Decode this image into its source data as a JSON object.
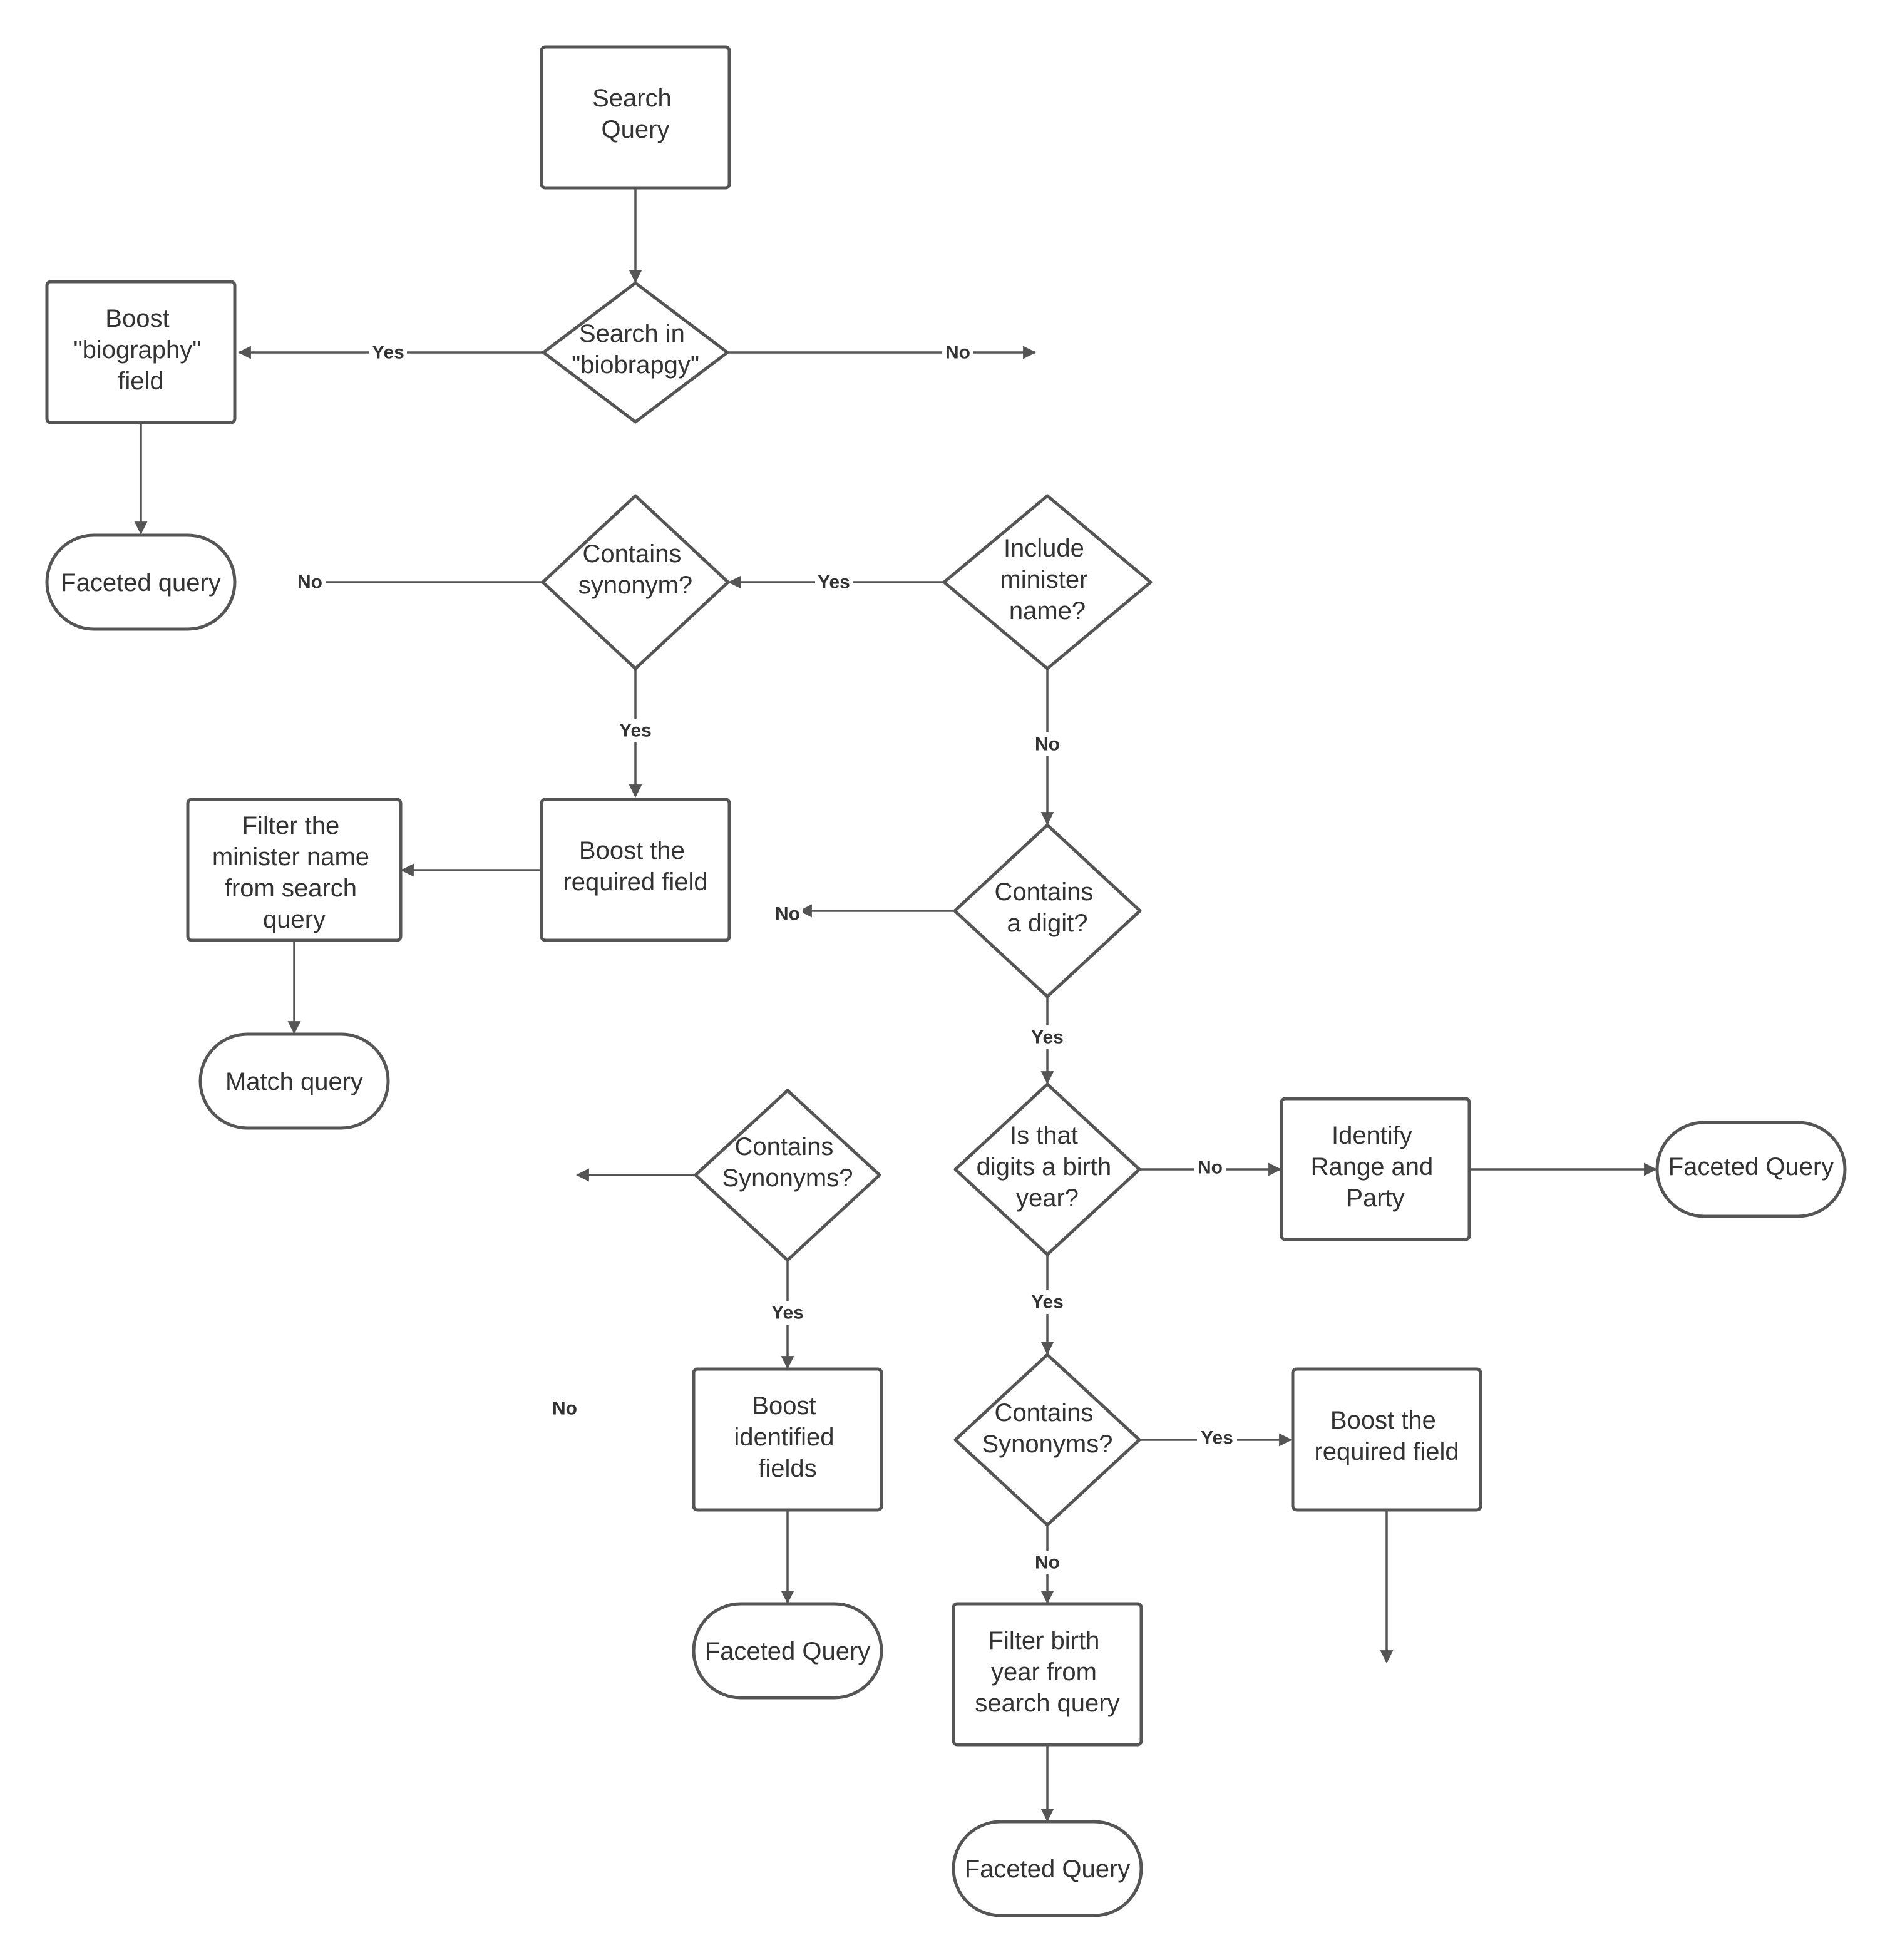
{
  "colors": {
    "stroke": "#555555",
    "text": "#333333",
    "background": "#ffffff"
  },
  "nodes": {
    "search_query": {
      "lines": [
        "Search",
        "Query"
      ]
    },
    "search_in_biography": {
      "lines": [
        "Search in",
        "\"biobrapgy\""
      ]
    },
    "boost_biography": {
      "lines": [
        "Boost",
        "\"biography\"",
        "field"
      ]
    },
    "faceted_query_1": {
      "lines": [
        "Faceted query"
      ]
    },
    "include_minister": {
      "lines": [
        "Include",
        "minister",
        "name?"
      ]
    },
    "contains_synonym": {
      "lines": [
        "Contains",
        "synonym?"
      ]
    },
    "boost_required_1": {
      "lines": [
        "Boost the",
        "required field"
      ]
    },
    "filter_minister": {
      "lines": [
        "Filter the",
        "minister name",
        "from search",
        "query"
      ]
    },
    "match_query": {
      "lines": [
        "Match query"
      ]
    },
    "contains_digit": {
      "lines": [
        "Contains",
        "a digit?"
      ]
    },
    "contains_synonyms_left": {
      "lines": [
        "Contains",
        "Synonyms?"
      ]
    },
    "boost_identified": {
      "lines": [
        "Boost",
        "identified",
        "fields"
      ]
    },
    "faceted_query_2": {
      "lines": [
        "Faceted Query"
      ]
    },
    "is_birth_year": {
      "lines": [
        "Is that",
        "digits a birth",
        "year?"
      ]
    },
    "identify_range": {
      "lines": [
        "Identify",
        "Range and",
        "Party"
      ]
    },
    "faceted_query_3": {
      "lines": [
        "Faceted Query"
      ]
    },
    "contains_synonyms_right": {
      "lines": [
        "Contains",
        "Synonyms?"
      ]
    },
    "boost_required_2": {
      "lines": [
        "Boost the",
        "required field"
      ]
    },
    "filter_birth_year": {
      "lines": [
        "Filter birth",
        "year from",
        "search query"
      ]
    },
    "faceted_query_4": {
      "lines": [
        "Faceted Query"
      ]
    }
  },
  "edge_labels": {
    "biography_yes": "Yes",
    "biography_no": "No",
    "minister_yes": "Yes",
    "minister_no": "No",
    "synonym_no": "No",
    "synonym_yes": "Yes",
    "digit_no": "No",
    "digit_yes": "Yes",
    "synonyms_left_yes": "Yes",
    "synonyms_left_no": "No",
    "birth_year_no": "No",
    "birth_year_yes": "Yes",
    "synonyms_right_yes": "Yes",
    "synonyms_right_no": "No"
  }
}
